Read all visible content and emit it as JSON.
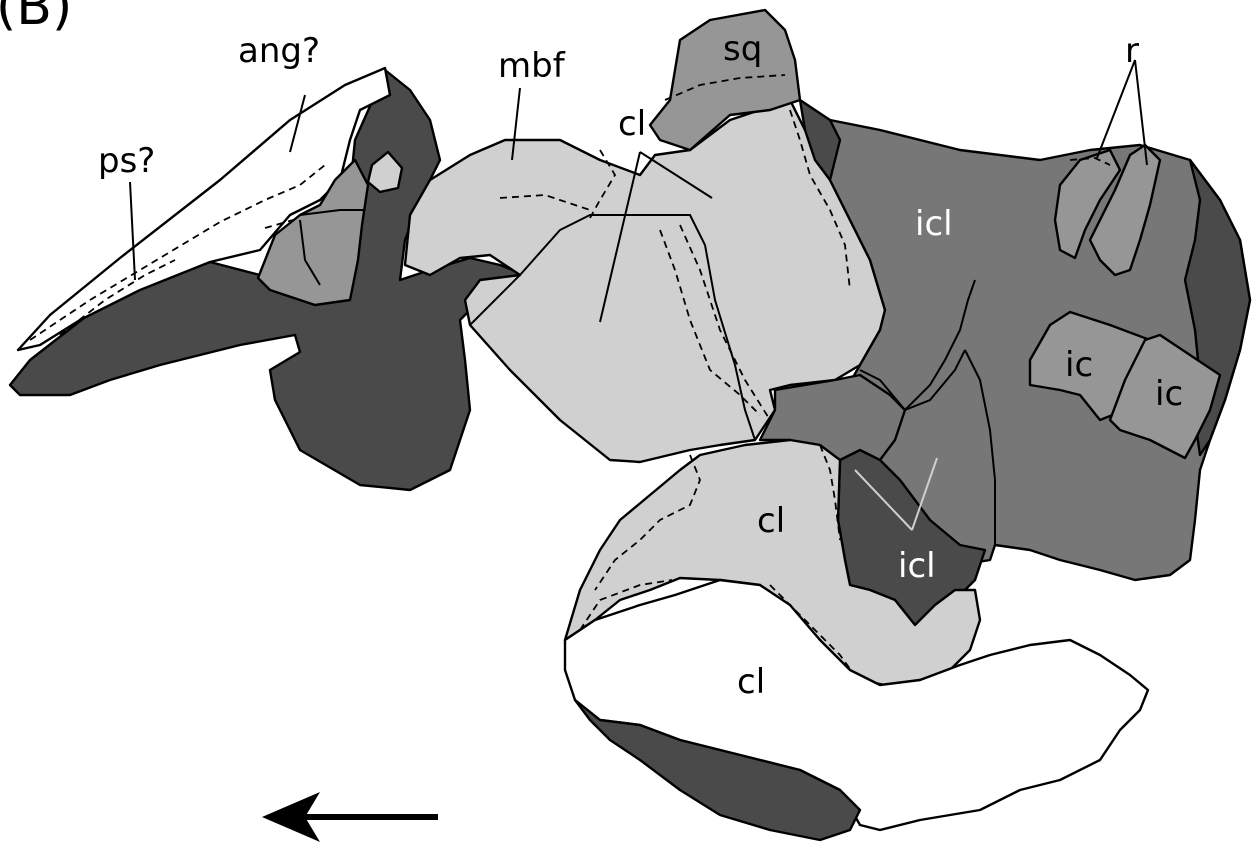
{
  "panel_label": "(B)",
  "labels": {
    "ang": "ang?",
    "ps": "ps?",
    "mbf": "mbf",
    "sq": "sq",
    "cl_top": "cl",
    "cl_mid": "cl",
    "cl_bottom": "cl",
    "icl_upper": "icl",
    "icl_lower": "icl",
    "r": "r",
    "ic_left": "ic",
    "ic_right": "ic"
  },
  "colors": {
    "dark": "#4a4a4a",
    "medium": "#777777",
    "medium_light": "#969696",
    "light": "#d0d0d0",
    "white": "#ffffff"
  },
  "arrow": {
    "direction": "left"
  }
}
